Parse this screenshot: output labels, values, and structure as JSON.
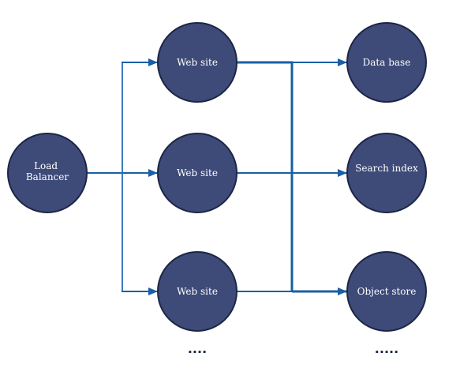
{
  "colors": {
    "node_fill": "#3e4a78",
    "node_stroke": "#1c2645",
    "edge": "#1a5fa6",
    "edge_light": "#3a7cc0",
    "text": "#ffffff",
    "ellipsis": "#1f2a4a"
  },
  "nodes": {
    "load_balancer": {
      "line1": "Load",
      "line2": "Balancer"
    },
    "web_site_1": {
      "label": "Web site"
    },
    "web_site_2": {
      "label": "Web site"
    },
    "web_site_3": {
      "label": "Web site"
    },
    "data_base": {
      "label": "Data base"
    },
    "search_index": {
      "label": "Search index"
    },
    "object_store": {
      "label": "Object store"
    }
  },
  "ellipsis": {
    "web_sites": "....",
    "stores": "....."
  }
}
